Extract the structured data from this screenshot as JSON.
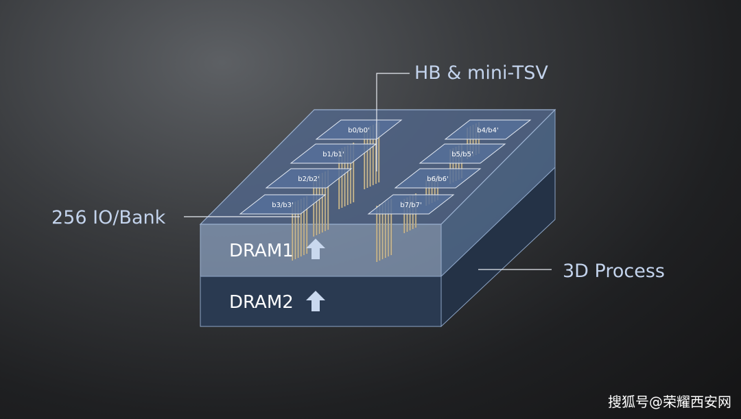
{
  "colors": {
    "callout_text": "#c3d3ec",
    "top_face": "#5a6e90",
    "dram1_face": "#8fa6c4",
    "dram2_face": "#2c3b52",
    "edge": "#8ea6c8",
    "pillar": "#c8b48a",
    "arrow": "#c9d8ee"
  },
  "callouts": {
    "hb_tsv": "HB & mini-TSV",
    "io_bank": "256 IO/Bank",
    "process": "3D Process"
  },
  "layers": {
    "dram1": "DRAM1",
    "dram2": "DRAM2"
  },
  "banks": [
    "b0/b0'",
    "b1/b1'",
    "b2/b2'",
    "b3/b3'",
    "b4/b4'",
    "b5/b5'",
    "b6/b6'",
    "b7/b7'"
  ],
  "icons": {
    "layer_arrow": "up-arrow-icon"
  },
  "watermark": "搜狐号@荣耀西安网"
}
